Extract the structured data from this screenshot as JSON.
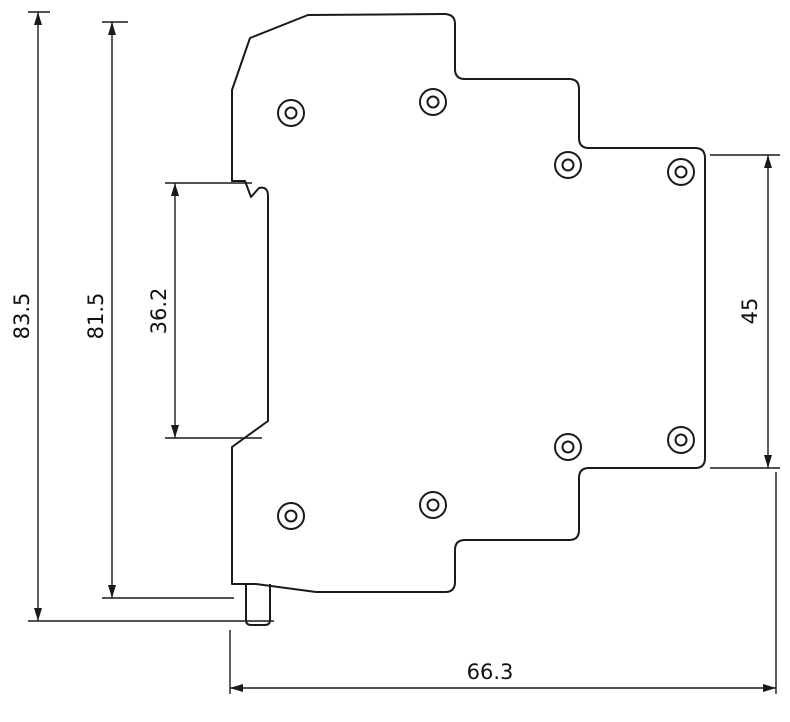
{
  "drawing": {
    "background": "#ffffff",
    "line_color": "#1a1a1a",
    "dimensions": {
      "overall_height": "83.5",
      "body_height": "81.5",
      "slot_height": "36.2",
      "right_section_height": "45",
      "overall_width": "66.3"
    }
  }
}
